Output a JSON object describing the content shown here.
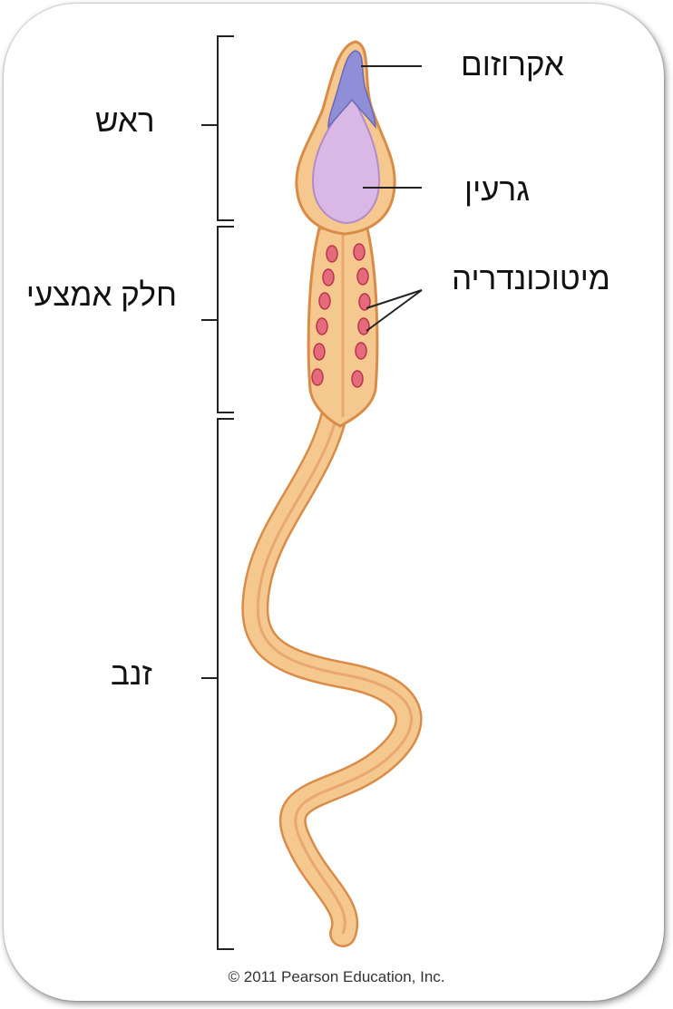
{
  "labels": {
    "head": "ראש",
    "midpiece": "חלק אמצעי",
    "tail": "זנב",
    "acrosome": "אקרוזום",
    "nucleus": "גרעין",
    "mitochondria": "מיטוכונדריה"
  },
  "copyright": "© 2011 Pearson Education, Inc.",
  "colors": {
    "membrane": "#f5c88f",
    "outline": "#d98c48",
    "nucleus": "#d9b8e6",
    "acrosome": "#8e8fd6",
    "mitochondria": "#e56a7c"
  }
}
